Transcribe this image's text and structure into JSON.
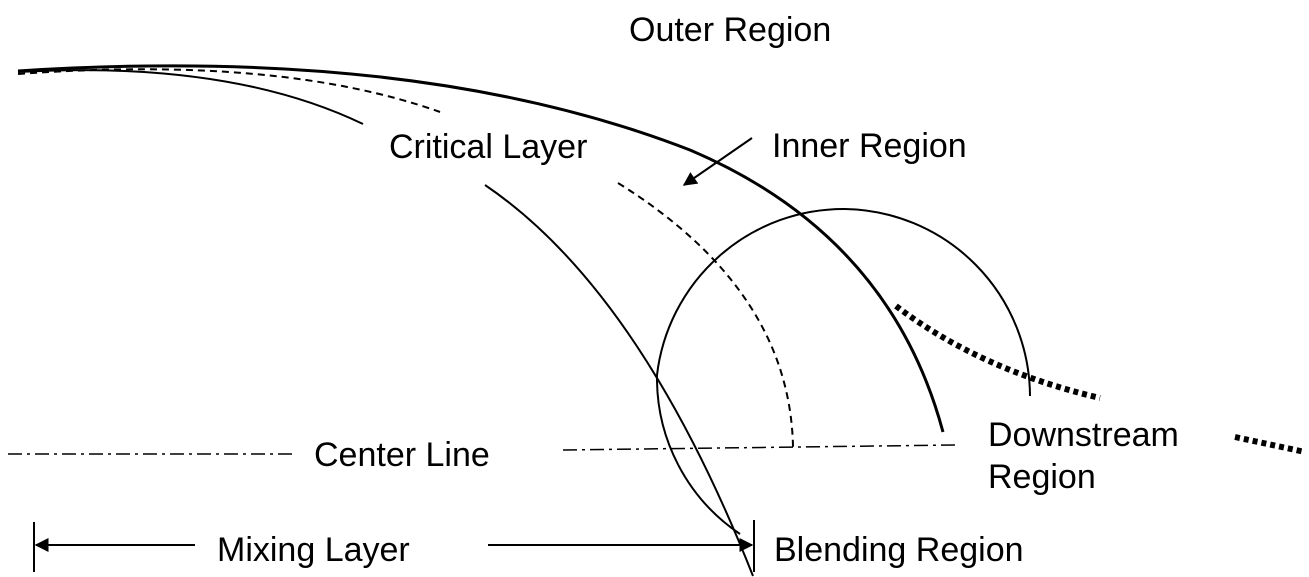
{
  "labels": {
    "outer_region": "Outer Region",
    "critical_layer": "Critical Layer",
    "inner_region": "Inner Region",
    "center_line": "Center Line",
    "downstream_region_line1": "Downstream",
    "downstream_region_line2": "Region",
    "mixing_layer": "Mixing Layer",
    "blending_region": "Blending Region"
  }
}
